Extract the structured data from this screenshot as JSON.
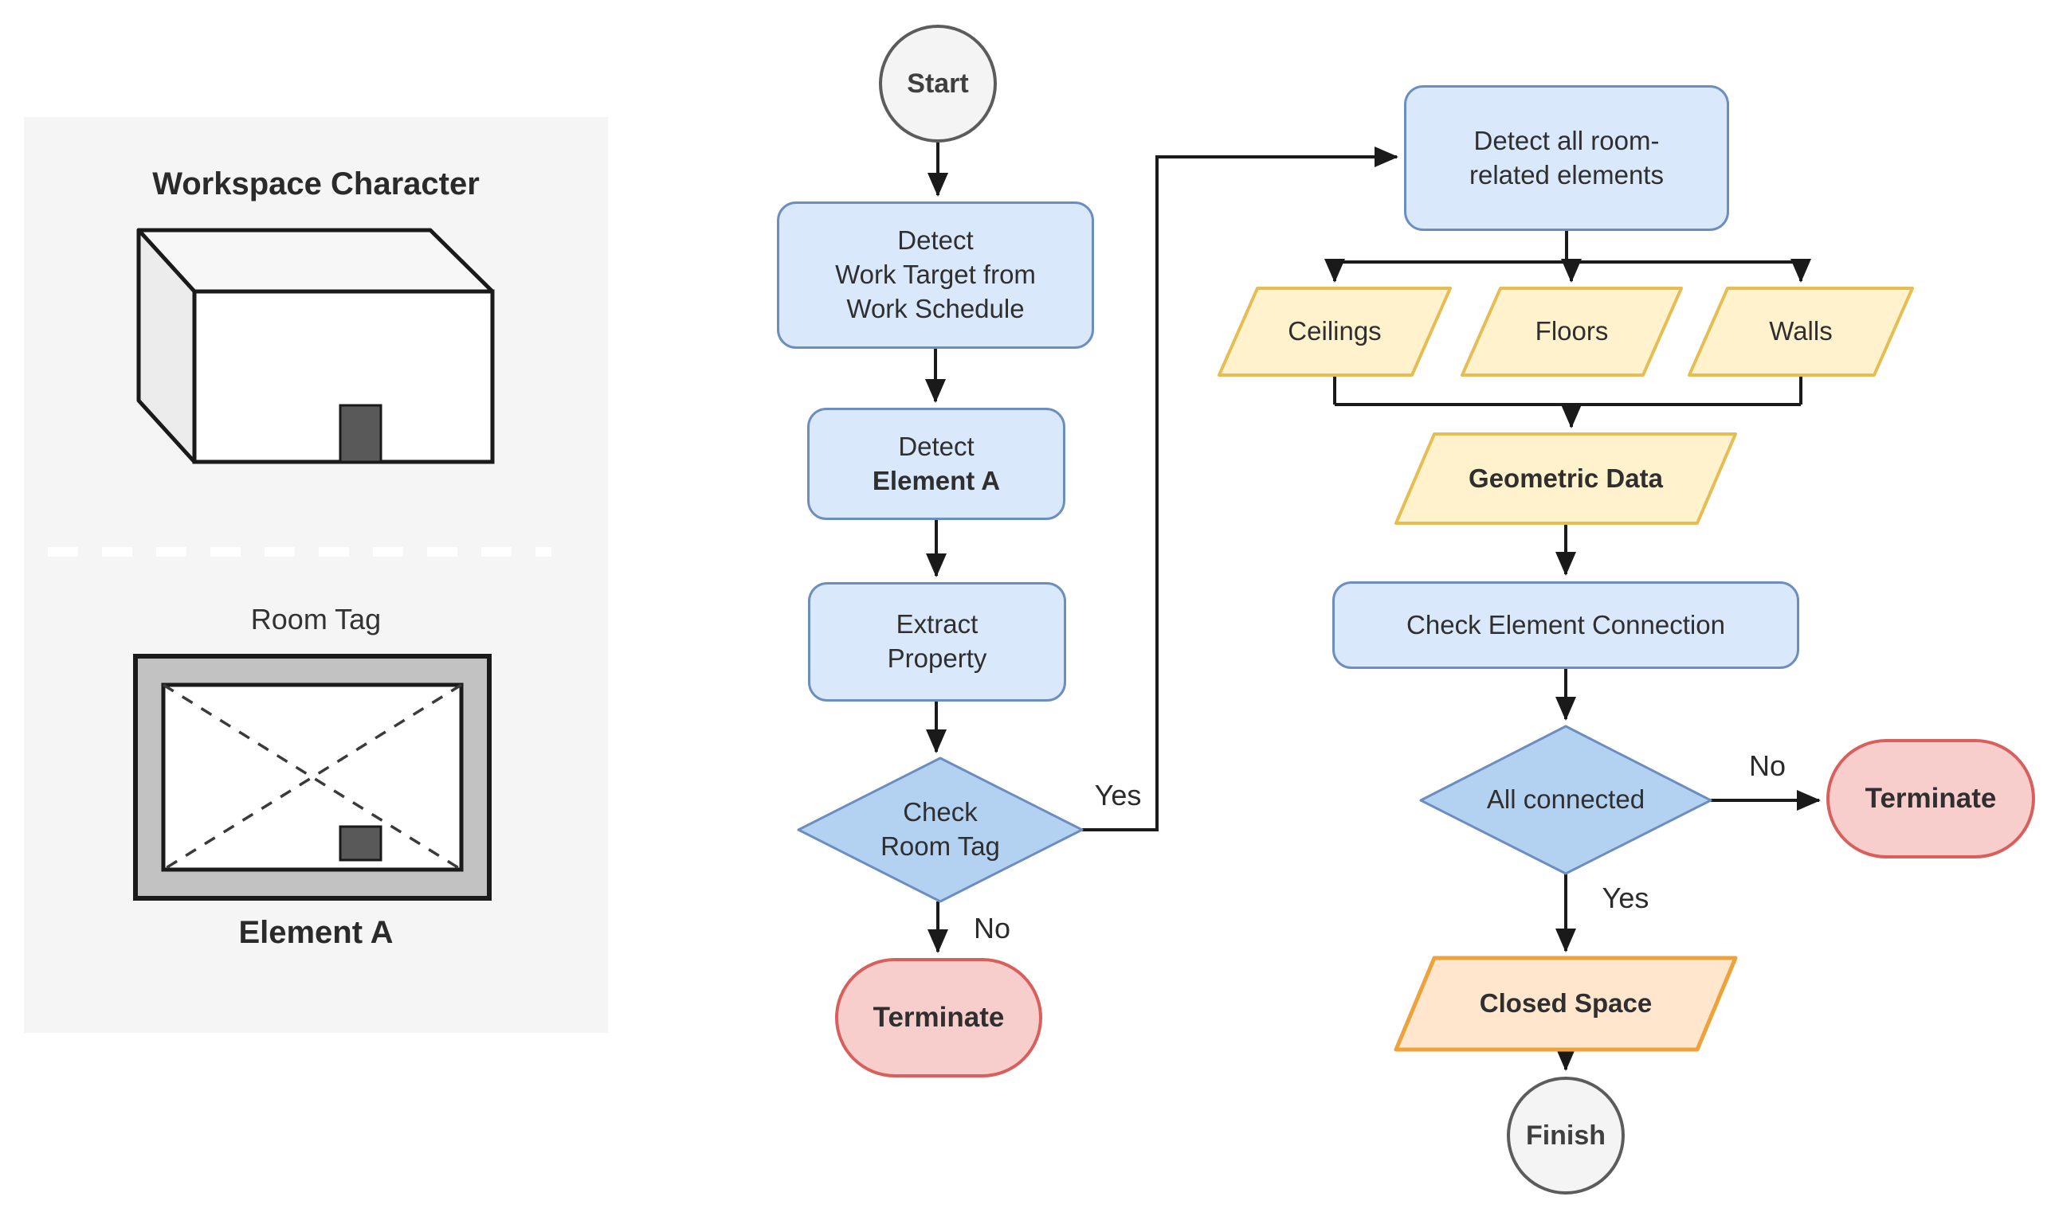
{
  "legend_panel": {
    "title": "Workspace Character",
    "room_tag_label": "Room Tag",
    "element_a_label": "Element A"
  },
  "flow": {
    "start_label": "Start",
    "detect_work_target_label": "Detect\nWork Target from\nWork Schedule",
    "detect_element_line1": "Detect",
    "detect_element_line2": "Element A",
    "extract_property_label": "Extract\nProperty",
    "check_room_tag_label": "Check\nRoom Tag",
    "terminate_left_label": "Terminate",
    "yes_left_label": "Yes",
    "no_left_label": "No",
    "detect_room_elements_label": "Detect all room-\nrelated elements",
    "ceilings_label": "Ceilings",
    "floors_label": "Floors",
    "walls_label": "Walls",
    "geometric_data_label": "Geometric Data",
    "check_element_connection_label": "Check Element Connection",
    "all_connected_label": "All connected",
    "no_right_label": "No",
    "terminate_right_label": "Terminate",
    "yes_right_label": "Yes",
    "closed_space_label": "Closed Space",
    "finish_label": "Finish"
  },
  "colors": {
    "process_fill": "#dae8fc",
    "process_stroke": "#6c8ebf",
    "decision_fill": "#b3d1f1",
    "decision_stroke": "#6c8ebf",
    "data_fill": "#fff2cc",
    "data_stroke": "#e5bd52",
    "result_fill": "#ffe6cc",
    "result_stroke": "#eda33c",
    "terminate_fill": "#f8cecc",
    "terminate_stroke": "#d95f5d",
    "terminal_fill": "#f4f4f4",
    "terminal_stroke": "#5c5c5c",
    "edge_color": "#1a1a1a",
    "panel_bg": "#f5f5f5"
  }
}
